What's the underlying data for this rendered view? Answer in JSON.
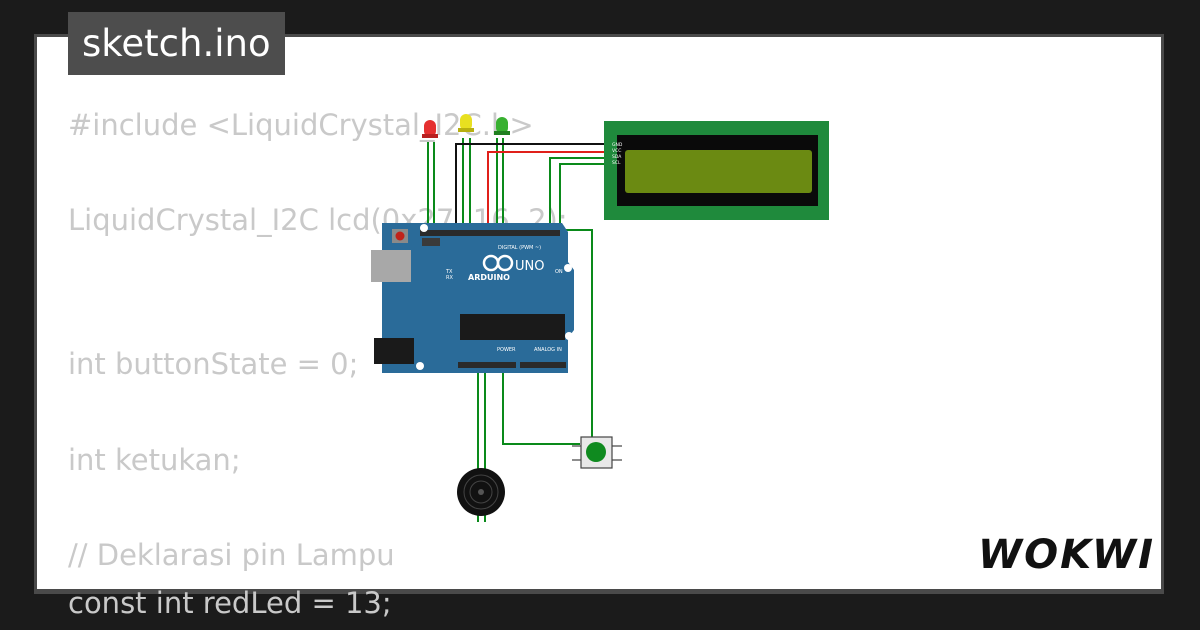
{
  "window": {
    "title": "sketch.ino"
  },
  "code_lines": [
    "#include <LiquidCrystal_I2C.h>",
    "LiquidCrystal_I2C lcd(0x27, 16, 2);",
    "int buttonState = 0;",
    "int ketukan;",
    "// Deklarasi pin Lampu",
    "const int redLed = 13;"
  ],
  "brand": {
    "name": "WOKWI"
  },
  "board": {
    "brand": "ARDUINO",
    "model": "UNO",
    "digital_label": "DIGITAL (PWM ~)",
    "power_label": "POWER",
    "analog_label": "ANALOG IN",
    "tx_label": "TX",
    "rx_label": "RX",
    "on_label": "ON"
  },
  "lcd_pins": [
    "GND",
    "VCC",
    "SDA",
    "SCL"
  ],
  "colors": {
    "board": "#2a6b99",
    "lcd_pcb": "#1f8a3c",
    "lcd_screen": "#6b8a12",
    "wire_green": "#0a8a1a",
    "wire_red": "#e0201a",
    "wire_black": "#111111",
    "led_red": "#e53030",
    "led_yellow": "#e8e020",
    "led_green": "#38b030"
  }
}
